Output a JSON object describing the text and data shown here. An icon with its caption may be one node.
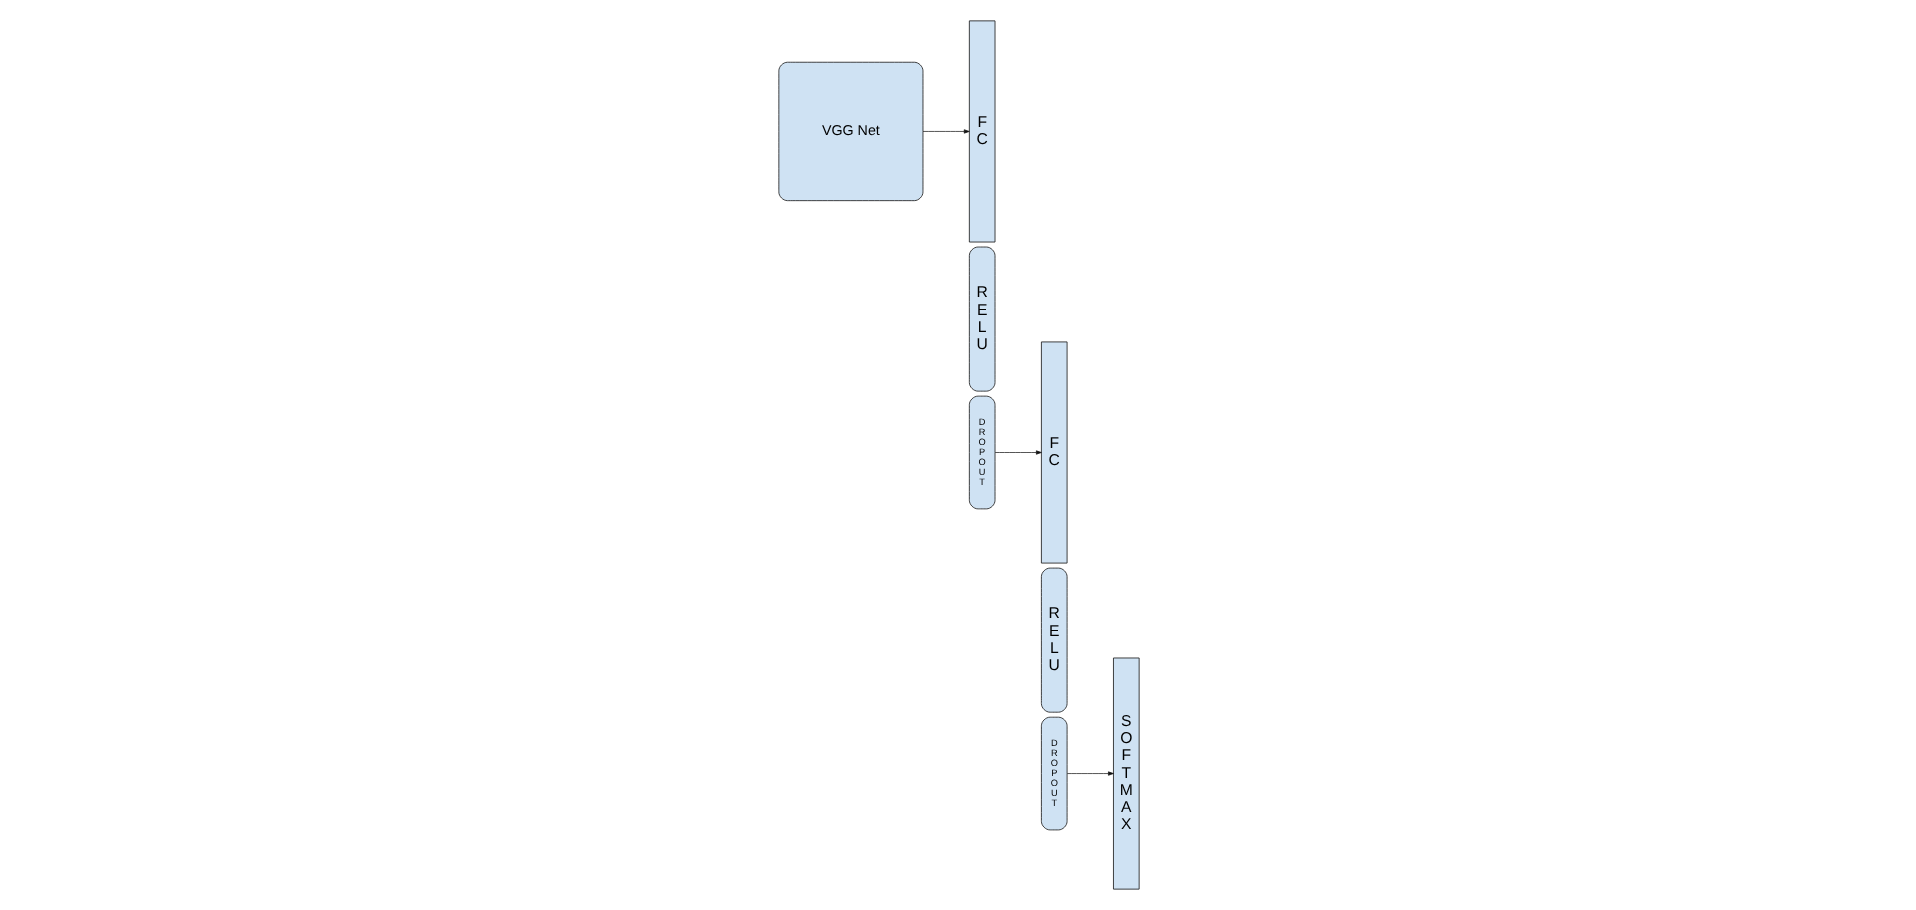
{
  "diagram": {
    "nodes": [
      {
        "text": [
          "VGG Net"
        ]
      },
      {
        "text": [
          "FC"
        ]
      },
      {
        "text": [
          "RELU"
        ]
      },
      {
        "text": [
          "DROPOUT"
        ]
      },
      {
        "text": [
          "FC"
        ]
      },
      {
        "text": [
          "RELU"
        ]
      },
      {
        "text": [
          "DROPOUT"
        ]
      },
      {
        "text": [
          "SOFTMAX"
        ]
      }
    ],
    "edges": [
      {
        "from": 0,
        "to": 1,
        "arrow": "to"
      },
      {
        "from": 3,
        "to": 4,
        "arrow": "to"
      },
      {
        "from": 6,
        "to": 7,
        "arrow": "to"
      }
    ]
  }
}
